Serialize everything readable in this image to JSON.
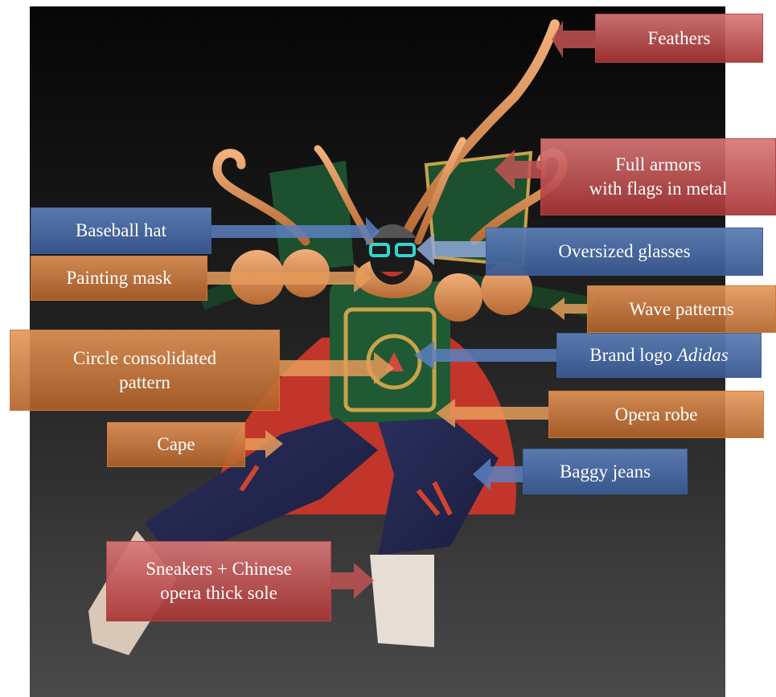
{
  "callouts": {
    "feathers": "Feathers",
    "full_armors_line1": "Full armors",
    "full_armors_line2": "with flags in metal",
    "baseball_hat": "Baseball hat",
    "oversized_glasses": "Oversized glasses",
    "painting_mask": "Painting mask",
    "wave_patterns": "Wave patterns",
    "circle_pattern_line1": "Circle consolidated",
    "circle_pattern_line2": "pattern",
    "brand_logo_prefix": "Brand logo ",
    "brand_logo_name": "Adidas",
    "opera_robe": "Opera robe",
    "cape": "Cape",
    "baggy_jeans": "Baggy jeans",
    "sneakers_line1": "Sneakers + Chinese",
    "sneakers_line2": "opera thick sole"
  },
  "colors": {
    "red_callout": "#b54545",
    "blue_callout": "#3f5f95",
    "orange_callout": "#d07a32",
    "background_top": "#060606",
    "background_bottom": "#4a4a4a"
  }
}
